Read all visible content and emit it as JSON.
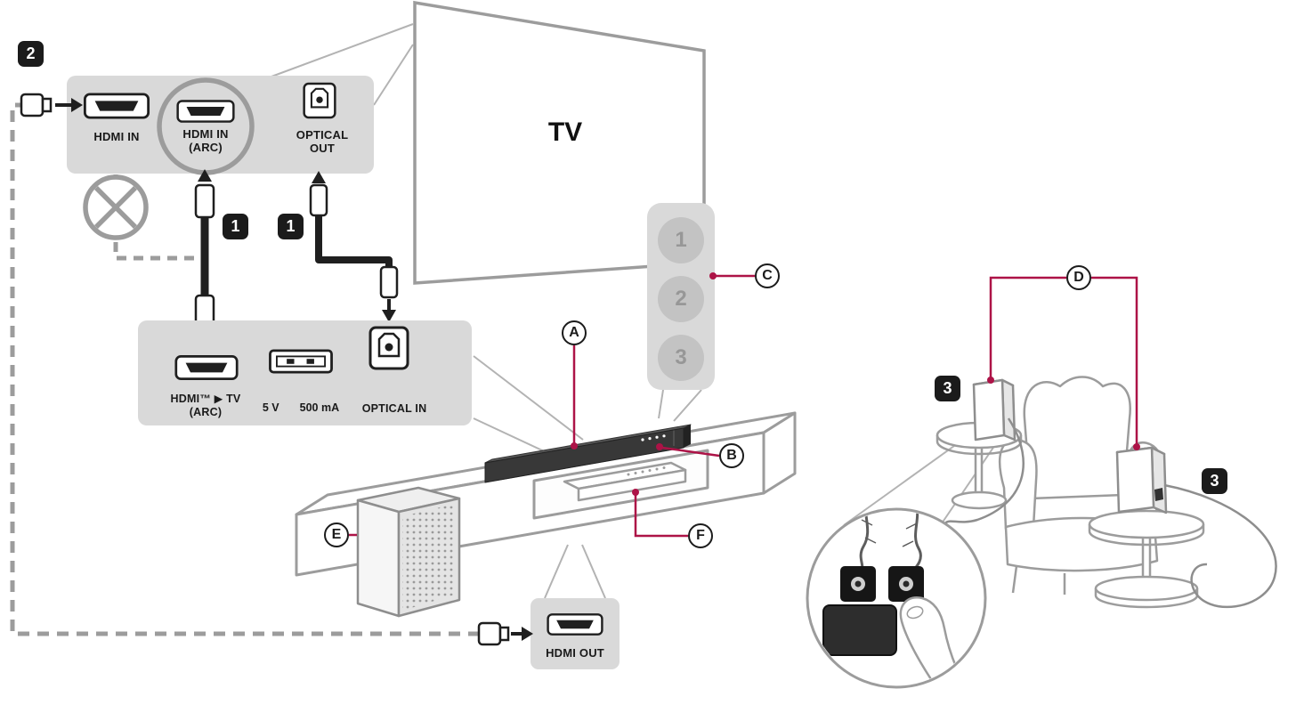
{
  "colors": {
    "panel_gray": "#d9d9d9",
    "outline_gray": "#9c9c9c",
    "cable_black": "#1f1f1f",
    "callout_red": "#ad1347"
  },
  "badges": {
    "cable2": "2",
    "cable1_hdmi": "1",
    "cable1_optical": "1",
    "speaker3_left": "3",
    "speaker3_right": "3"
  },
  "callouts": {
    "a": "A",
    "b": "B",
    "c": "C",
    "d": "D",
    "e": "E",
    "f": "F"
  },
  "tv": {
    "screen_label": "TV",
    "side_buttons": [
      "1",
      "2",
      "3"
    ]
  },
  "tv_rear_panel": {
    "hdmi_in": "HDMI IN",
    "hdmi_arc_line1": "HDMI IN",
    "hdmi_arc_line2": "(ARC)",
    "optical_out_line1": "OPTICAL",
    "optical_out_line2": "OUT"
  },
  "soundbar_rear_panel": {
    "hdmi_arc_line1": "HDMI™ ▶ TV",
    "hdmi_arc_line2": "(ARC)",
    "usb_volts": "5 V",
    "usb_current": "500 mA",
    "optical_in": "OPTICAL IN"
  },
  "soundbar_hdmi_out_panel": {
    "label": "HDMI OUT"
  }
}
